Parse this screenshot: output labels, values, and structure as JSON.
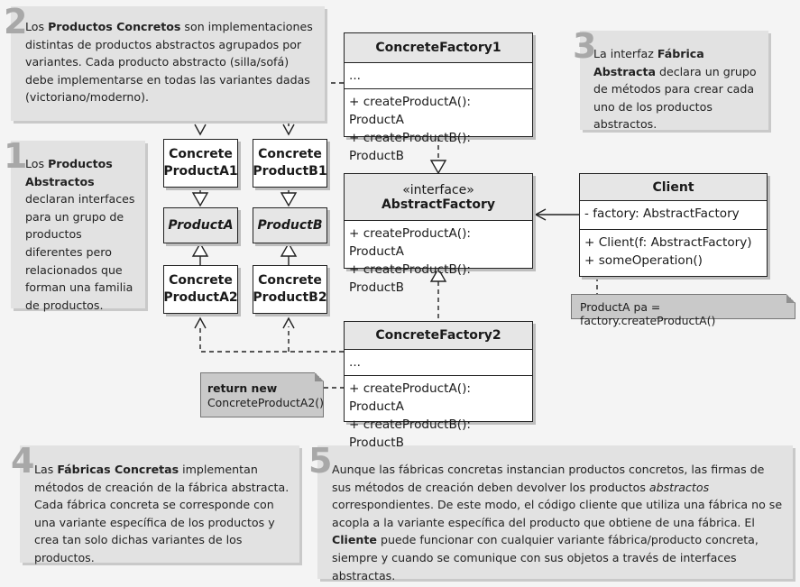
{
  "notes": {
    "n2": {
      "num": "2",
      "pre": "Los ",
      "bold": "Productos Concretos",
      "post": " son implementaciones distintas de productos abstractos agrupados por variantes. Cada producto abstracto (silla/sofá) debe implementarse en todas las variantes dadas (victoriano/moderno)."
    },
    "n1": {
      "num": "1",
      "pre": "Los ",
      "bold": "Productos Abstractos",
      "post": " declaran interfaces para un grupo de productos diferentes pero relacionados que forman una familia de productos."
    },
    "n3": {
      "num": "3",
      "pre": "La interfaz ",
      "bold": "Fábrica Abstracta",
      "post": " declara un grupo de métodos para crear cada uno de los productos abstractos."
    },
    "n4": {
      "num": "4",
      "pre": "Las ",
      "bold": "Fábricas Concretas",
      "post": " implementan métodos de creación de la fábrica abstracta. Cada fábrica concreta se corresponde con una variante específica de los productos y crea tan solo dichas variantes de los productos."
    },
    "n5": {
      "num": "5",
      "p1": "Aunque las fábricas concretas instancian productos concretos, las firmas de sus métodos de creación deben devolver los productos ",
      "italic": "abstractos",
      "p2": " correspondientes. De este modo, el código cliente que utiliza una fábrica no se acopla a la variante específica del producto que obtiene de una fábrica. El ",
      "bold": "Cliente",
      "p3": " puede funcionar con cualquier variante fábrica/producto concreta, siempre y cuando se comunique con sus objetos a través de interfaces abstractas."
    }
  },
  "classes": {
    "cf1": {
      "name": "ConcreteFactory1",
      "fields": "...",
      "m1": "+ createProductA(): ProductA",
      "m2": "+ createProductB(): ProductB"
    },
    "af": {
      "stereo": "«interface»",
      "name": "AbstractFactory",
      "m1": "+ createProductA(): ProductA",
      "m2": "+ createProductB(): ProductB"
    },
    "cf2": {
      "name": "ConcreteFactory2",
      "fields": "...",
      "m1": "+ createProductA(): ProductA",
      "m2": "+ createProductB(): ProductB"
    },
    "client": {
      "name": "Client",
      "field": "- factory: AbstractFactory",
      "m1": "+ Client(f: AbstractFactory)",
      "m2": "+ someOperation()"
    }
  },
  "products": {
    "ca1": {
      "l1": "Concrete",
      "l2": "ProductA1"
    },
    "cb1": {
      "l1": "Concrete",
      "l2": "ProductB1"
    },
    "pa": "ProductA",
    "pb": "ProductB",
    "ca2": {
      "l1": "Concrete",
      "l2": "ProductA2"
    },
    "cb2": {
      "l1": "Concrete",
      "l2": "ProductB2"
    }
  },
  "code_notes": {
    "client": "ProductA pa = factory.createProductA()",
    "cf2_l1": "return new",
    "cf2_l2": "ConcreteProductA2()"
  }
}
